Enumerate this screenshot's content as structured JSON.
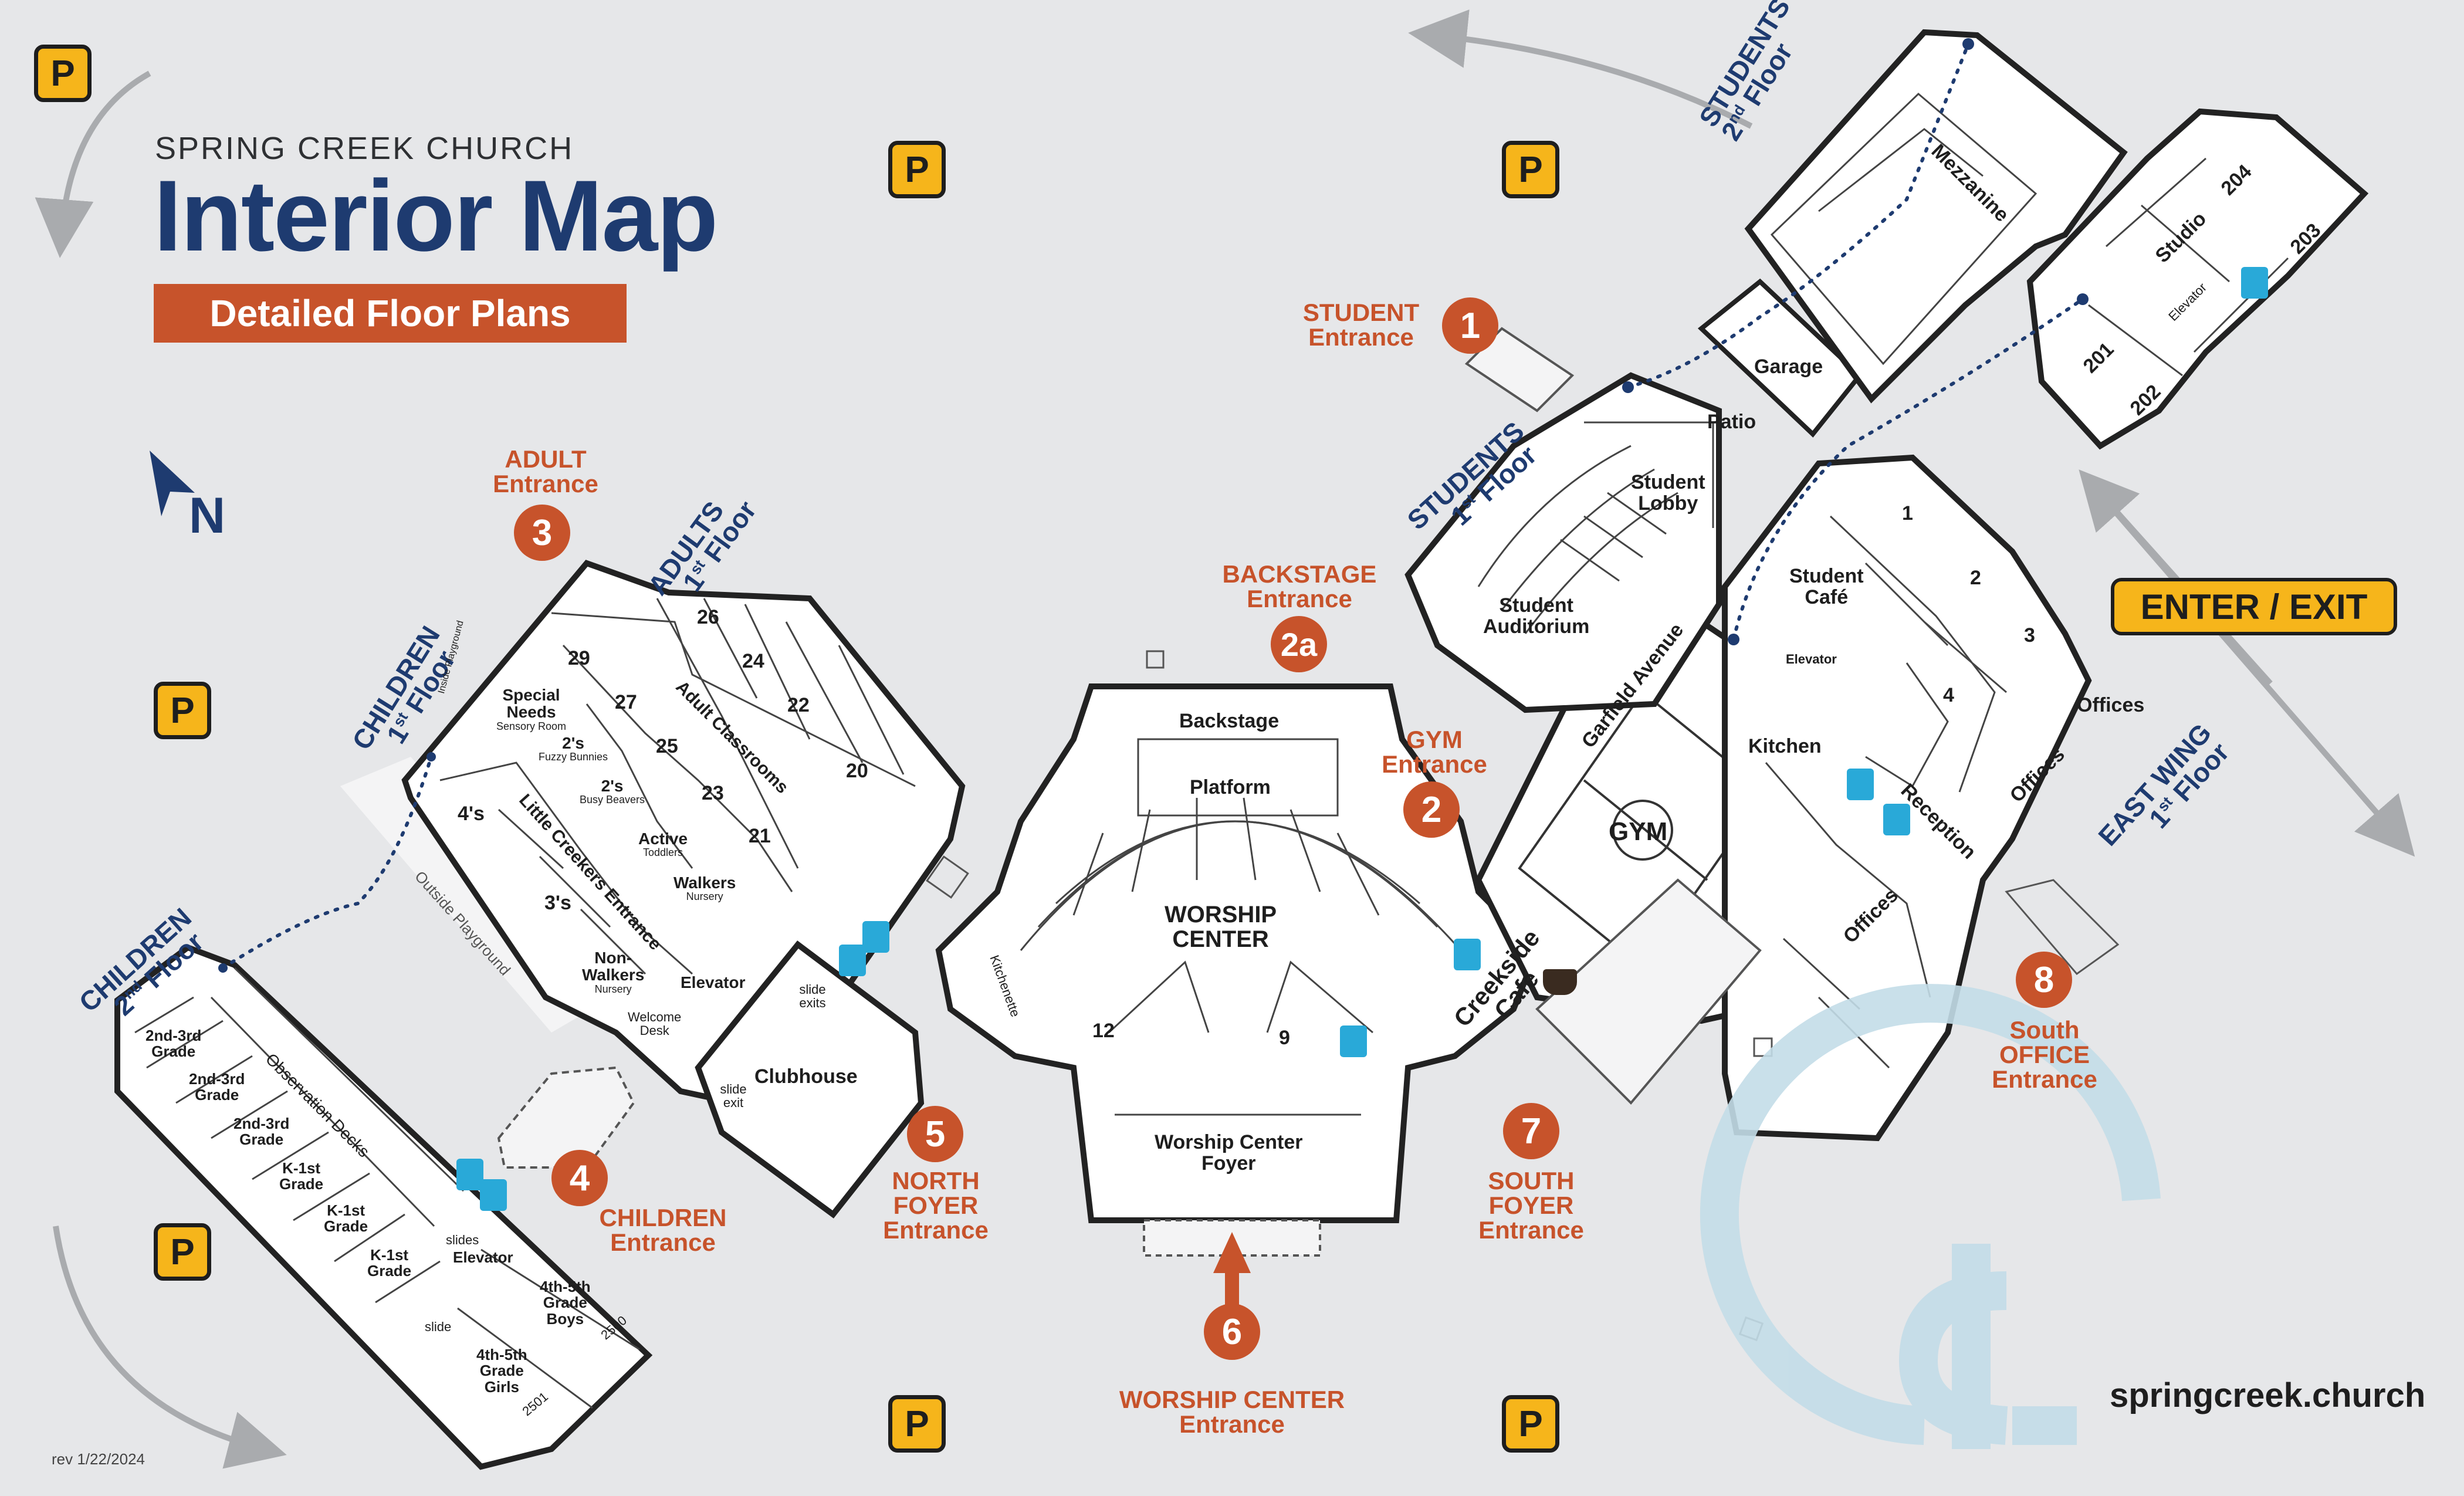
{
  "header": {
    "church_name": "SPRING CREEK CHURCH",
    "title": "Interior Map",
    "subtitle": "Detailed Floor Plans"
  },
  "parking_label": "P",
  "enter_exit_label": "ENTER / EXIT",
  "website": "springcreek.church",
  "revision": "rev 1/22/2024",
  "north_label": "N",
  "colors": {
    "navy": "#1e3b70",
    "orange": "#c7532b",
    "yellow": "#f6b51b",
    "restroom": "#29a9d8",
    "background": "#e6e7e9"
  },
  "entrances": [
    {
      "num": "1",
      "line1": "STUDENT",
      "line2": "Entrance"
    },
    {
      "num": "2a",
      "line1": "BACKSTAGE",
      "line2": "Entrance"
    },
    {
      "num": "2",
      "line1": "GYM",
      "line2": "Entrance"
    },
    {
      "num": "3",
      "line1": "ADULT",
      "line2": "Entrance"
    },
    {
      "num": "4",
      "line1": "CHILDREN",
      "line2": "Entrance"
    },
    {
      "num": "5",
      "line1": "NORTH",
      "line2": "FOYER",
      "line3": "Entrance"
    },
    {
      "num": "6",
      "line1": "WORSHIP CENTER",
      "line2": "Entrance"
    },
    {
      "num": "7",
      "line1": "SOUTH",
      "line2": "FOYER",
      "line3": "Entrance"
    },
    {
      "num": "8",
      "line1": "South",
      "line2": "OFFICE",
      "line3": "Entrance"
    }
  ],
  "floor_labels": [
    {
      "main": "STUDENTS",
      "num": "2",
      "sup": "nd",
      "word": "Floor"
    },
    {
      "main": "STUDENTS",
      "num": "1",
      "sup": "st",
      "word": "Floor"
    },
    {
      "main": "ADULTS",
      "num": "1",
      "sup": "st",
      "word": "Floor"
    },
    {
      "main": "CHILDREN",
      "num": "1",
      "sup": "st",
      "word": "Floor"
    },
    {
      "main": "CHILDREN",
      "num": "2",
      "sup": "nd",
      "word": "Floor"
    },
    {
      "main": "EAST WING",
      "num": "1",
      "sup": "st",
      "word": "Floor"
    }
  ],
  "rooms": {
    "mezzanine": "Mezzanine",
    "garage": "Garage",
    "patio": "Patio",
    "studio": "Studio",
    "r204": "204",
    "r203": "203",
    "r201": "201",
    "r202": "202",
    "elevator": "Elevator",
    "student_lobby_1": "Student",
    "student_lobby_2": "Lobby",
    "student_auditorium_1": "Student",
    "student_auditorium_2": "Auditorium",
    "student_cafe_1": "Student",
    "student_cafe_2": "Café",
    "garfield_avenue": "Garfield Avenue",
    "kitchen": "Kitchen",
    "gym": "GYM",
    "reception": "Reception",
    "offices": "Offices",
    "r1": "1",
    "r2": "2",
    "r3": "3",
    "r4": "4",
    "backstage": "Backstage",
    "platform": "Platform",
    "worship_center_1": "WORSHIP",
    "worship_center_2": "CENTER",
    "r12": "12",
    "r9": "9",
    "kitchenette": "Kitchenette",
    "worship_foyer_1": "Worship Center",
    "worship_foyer_2": "Foyer",
    "creekside_1": "Creekside",
    "creekside_2": "Café",
    "clubhouse": "Clubhouse",
    "slide_exits": "slide exits",
    "slide_exit": "slide exit",
    "welcome_desk_1": "Welcome",
    "welcome_desk_2": "Desk",
    "r26": "26",
    "r24": "24",
    "r22": "22",
    "r20": "20",
    "r29": "29",
    "r27": "27",
    "r25": "25",
    "r23": "23",
    "r21": "21",
    "adult_classrooms": "Adult Classrooms",
    "special_needs_1": "Special",
    "special_needs_2": "Needs",
    "sensory_room": "Sensory Room",
    "twos_fuzzy": "2's",
    "fuzzy_bunnies": "Fuzzy Bunnies",
    "twos_busy": "2's",
    "busy_beavers": "Busy Beavers",
    "active": "Active",
    "toddlers": "Toddlers",
    "walkers": "Walkers",
    "nursery": "Nursery",
    "non_walkers_1": "Non-",
    "non_walkers_2": "Walkers",
    "fours": "4's",
    "threes": "3's",
    "little_creekers_entrance": "Little Creekers Entrance",
    "outside_playground": "Outside Playground",
    "inside_playground": "Inside Playground",
    "observation_decks": "Observation Decks",
    "grade_23": "2nd-3rd",
    "grade": "Grade",
    "k1": "K-1st",
    "slides": "slides",
    "slide": "slide",
    "grade45_boys": "Boys",
    "grade45_girls": "Girls",
    "grade45": "4th-5th",
    "r2500": "2500",
    "r2501": "2501"
  }
}
